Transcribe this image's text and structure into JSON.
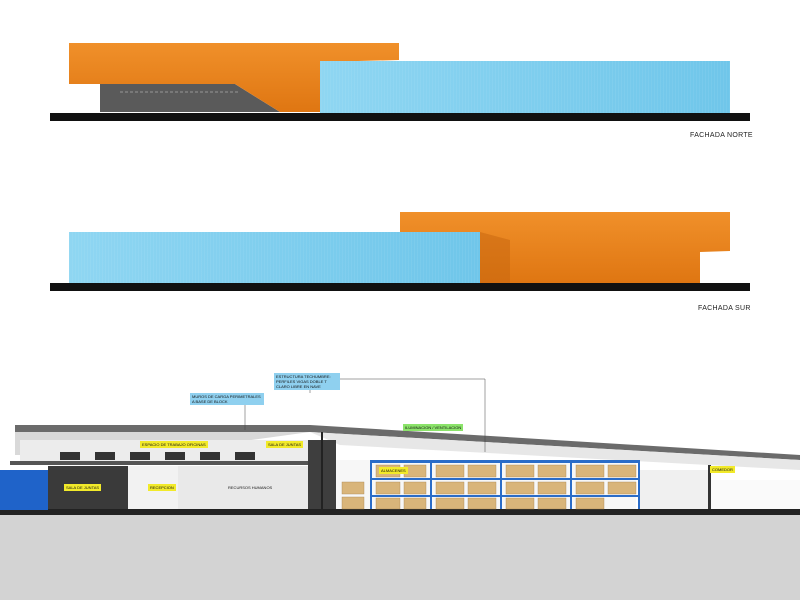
{
  "facades": {
    "north_label": "FACHADA NORTE",
    "south_label": "FACHADA SUR"
  },
  "section": {
    "callouts": {
      "structure": "ESTRUCTURA TECHUMBRE: PERFILES VIGAS DOBLE T CLARO LIBRE EN NAVE",
      "walls": "MUROS DE CARGA PERIMETRALES A BASE DE BLOCK",
      "lighting": "ILUMINACION / VENTILACION"
    },
    "rooms": {
      "office_space": "ESPACIO DE TRABAJO OFICINAS",
      "meeting_upper": "SALA DE JUNTAS",
      "meeting_lower": "SALA DE JUNTAS",
      "reception": "RECEPCION",
      "hr": "RECURSOS HUMANOS",
      "storage": "ALMACENES",
      "dining": "COMEDOR"
    }
  },
  "colors": {
    "orange": "#e8821e",
    "blue": "#7fd0ee",
    "ground": "#111111",
    "base": "#d3d3d3"
  }
}
